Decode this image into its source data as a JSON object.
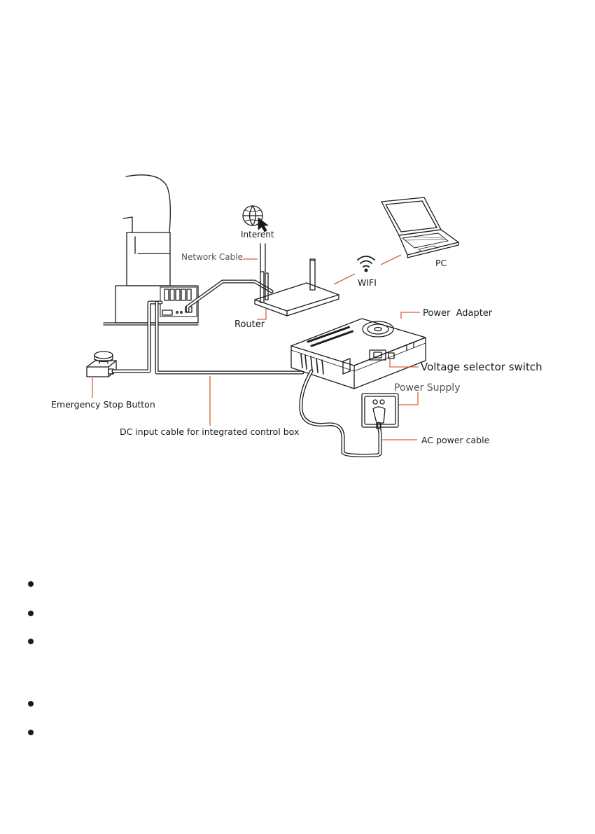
{
  "labels": {
    "interent": "Interent",
    "network_cable": "Network Cable",
    "wifi": "WIFI",
    "pc": "PC",
    "router": "Router",
    "power_adapter": "Power  Adapter",
    "voltage_selector": "Voltage selector switch",
    "power_supply": "Power Supply",
    "emergency_stop": "Emergency Stop Button",
    "dc_input_cable": "DC input cable for integrated control box",
    "ac_power_cable": "AC power cable"
  },
  "colors": {
    "line": "#1a1a1a",
    "leader": "#d9603a",
    "text": "#1a1a1a"
  },
  "icons": [
    "globe-icon",
    "cursor-icon",
    "wifi-icon",
    "fan-icon",
    "socket-icon",
    "plug-icon"
  ],
  "bullet_count": 5
}
